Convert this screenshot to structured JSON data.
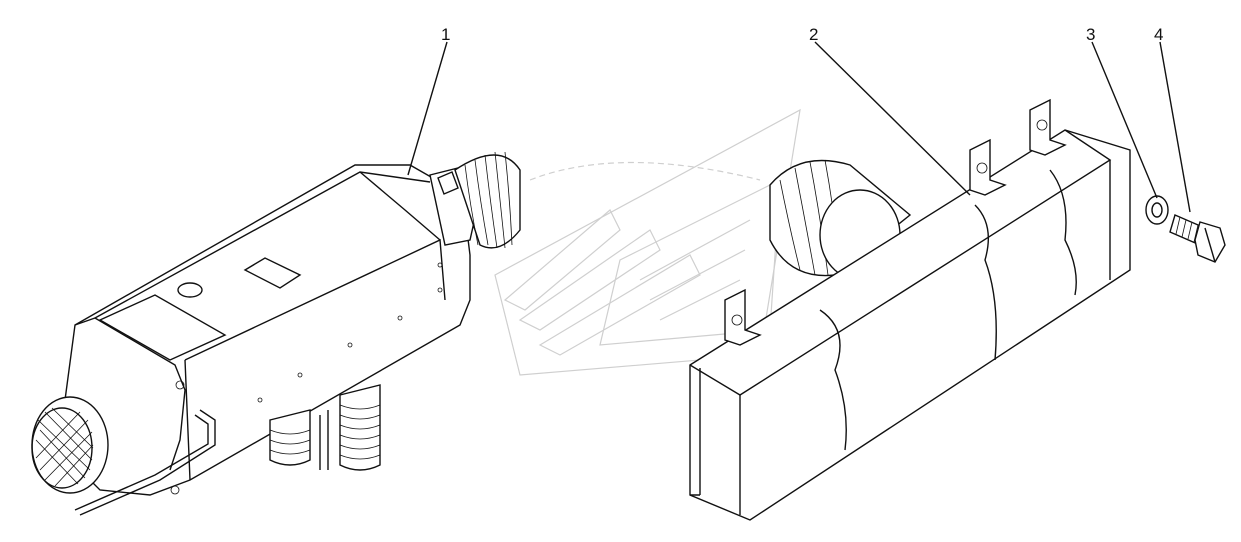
{
  "callouts": [
    {
      "id": "1",
      "label": "1"
    },
    {
      "id": "2",
      "label": "2"
    },
    {
      "id": "3",
      "label": "3"
    },
    {
      "id": "4",
      "label": "4"
    }
  ],
  "colors": {
    "line": "#111111",
    "watermark": "#cfcfcf",
    "background": "#ffffff"
  }
}
